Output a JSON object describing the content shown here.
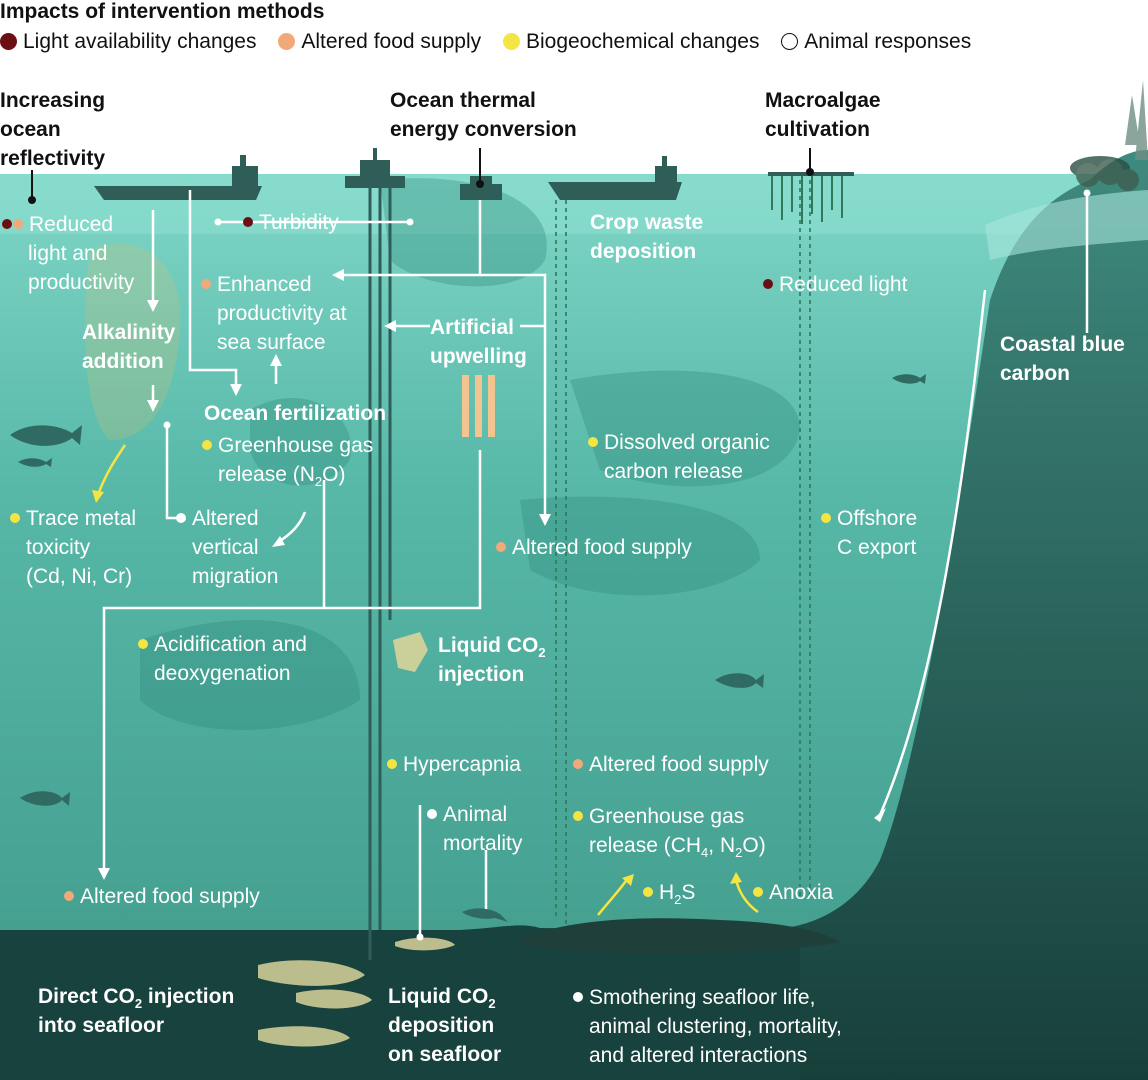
{
  "legend": {
    "title": "Impacts of intervention methods",
    "items": [
      {
        "label": "Light availability changes",
        "color": "#6b0f14"
      },
      {
        "label": "Altered food supply",
        "color": "#f2a97a"
      },
      {
        "label": "Biogeochemical changes",
        "color": "#f4e542"
      },
      {
        "label": "Animal responses",
        "color": "#ffffff"
      }
    ]
  },
  "methods": {
    "reflectivity": [
      "Increasing",
      "ocean",
      "reflectivity"
    ],
    "otec": [
      "Ocean thermal",
      "energy conversion"
    ],
    "macroalgae": [
      "Macroalgae",
      "cultivation"
    ],
    "crop_waste": [
      "Crop waste",
      "deposition"
    ],
    "alkalinity": [
      "Alkalinity",
      "addition"
    ],
    "fertilization": "Ocean fertilization",
    "upwelling": [
      "Artificial",
      "upwelling"
    ],
    "liquid_injection": [
      "Liquid CO",
      "2",
      "injection"
    ],
    "coastal": [
      "Coastal blue",
      "carbon"
    ],
    "direct_injection": [
      "Direct CO",
      "2",
      " injection",
      "into seafloor"
    ],
    "liquid_deposition": [
      "Liquid CO",
      "2",
      "deposition",
      "on seafloor"
    ]
  },
  "impacts": {
    "reduced_light_prod": [
      "Reduced",
      "light and",
      "productivity"
    ],
    "turbidity": "Turbidity",
    "enhanced_prod": [
      "Enhanced",
      "productivity at",
      "sea surface"
    ],
    "reduced_light": "Reduced light",
    "ghg_n2o": [
      "Greenhouse gas",
      "release (N",
      "2",
      "O)"
    ],
    "trace_metal": [
      "Trace metal",
      "toxicity",
      "(Cd, Ni, Cr)"
    ],
    "vertical_migration": [
      "Altered",
      "vertical",
      "migration"
    ],
    "doc_release": [
      "Dissolved organic",
      "carbon release"
    ],
    "food_supply_mid": "Altered food supply",
    "offshore": [
      "Offshore",
      "C export"
    ],
    "acidification": [
      "Acidification and",
      "deoxygenation"
    ],
    "hypercapnia": "Hypercapnia",
    "food_supply_deep": "Altered food supply",
    "mortality": [
      "Animal",
      "mortality"
    ],
    "ghg_ch4": [
      "Greenhouse gas",
      "release (CH",
      "4",
      ", N",
      "2",
      "O)"
    ],
    "food_supply_floor": "Altered food supply",
    "h2s": [
      "H",
      "2",
      "S"
    ],
    "anoxia": "Anoxia",
    "smothering": [
      "Smothering seafloor life,",
      "animal clustering, mortality,",
      "and altered interactions"
    ]
  }
}
